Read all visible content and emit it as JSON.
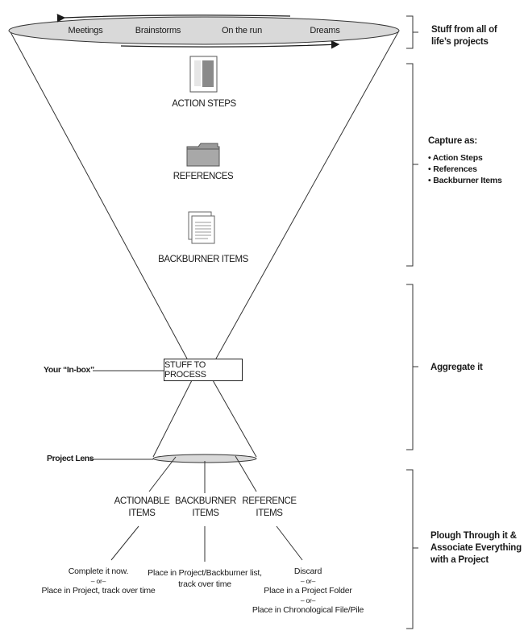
{
  "top_ellipse_items": [
    "Meetings",
    "Brainstorms",
    "On the run",
    "Dreams"
  ],
  "funnel_items": [
    {
      "label": "ACTION STEPS",
      "icon": "document-icon"
    },
    {
      "label": "REFERENCES",
      "icon": "folder-icon"
    },
    {
      "label": "BACKBURNER ITEMS",
      "icon": "stacked-pages-icon"
    }
  ],
  "inbox": {
    "side_label": "Your “In-box”",
    "box_label": "STUFF TO PROCESS"
  },
  "lens_label": "Project Lens",
  "categories": [
    {
      "title_line1": "ACTIONABLE",
      "title_line2": "ITEMS",
      "outcome_lines": [
        "Complete it now.",
        "– or–",
        "Place in Project, track over time"
      ]
    },
    {
      "title_line1": "BACKBURNER",
      "title_line2": "ITEMS",
      "outcome_lines": [
        "Place in Project/Backburner list,",
        "track over time"
      ]
    },
    {
      "title_line1": "REFERENCE",
      "title_line2": "ITEMS",
      "outcome_lines": [
        "Discard",
        "– or–",
        "Place in a Project Folder",
        "– or–",
        "Place in Chronological File/Pile"
      ]
    }
  ],
  "side_stages": [
    {
      "lines": [
        "Stuff from all of",
        "life’s projects"
      ]
    },
    {
      "lines": [
        "Capture as:"
      ],
      "bullets": [
        "• Action Steps",
        "• References",
        "• Backburner Items"
      ]
    },
    {
      "lines": [
        "Aggregate it"
      ]
    },
    {
      "lines": [
        "Plough Through it &",
        "Associate Everything",
        "with a Project"
      ]
    }
  ],
  "colors": {
    "ink": "#1a1a1a",
    "ellipse_fill": "#d9d9d9",
    "icon_gray": "#8a8a8a"
  }
}
